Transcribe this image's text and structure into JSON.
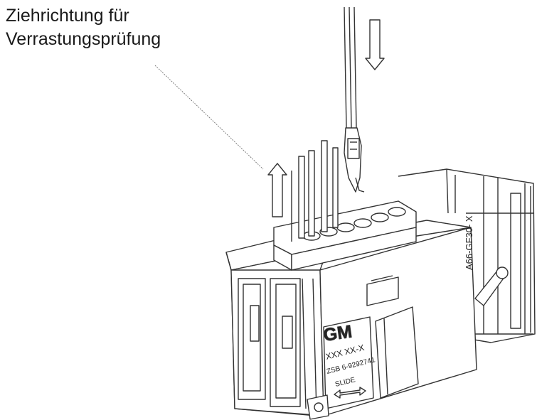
{
  "caption": {
    "line1": "Ziehrichtung für",
    "line2": "Verrastungsprüfung"
  },
  "connector_labels": {
    "logo": "GM",
    "part_code": "XXX  XX-X",
    "zsb": "ZSB 6-9292741",
    "slide": "SLIDE",
    "material": "A66-GF30-  X"
  }
}
